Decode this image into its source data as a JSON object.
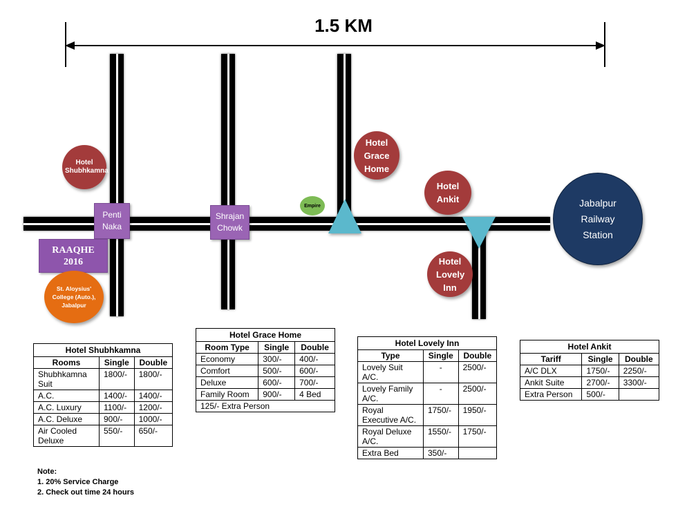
{
  "scale": {
    "label": "1.5 KM"
  },
  "landmarks": {
    "penti_naka": "Penti Naka",
    "shrajan_chowk": "Shrajan Chowk",
    "raaqhe": "RAAQHE 2016",
    "college": "St. Aloysius' College (Auto.), Jabalpur",
    "empire": "Empire",
    "hotel_shubhkamna": "Hotel Shubhkamna",
    "hotel_grace_home": "Hotel Grace Home",
    "hotel_ankit": "Hotel Ankit",
    "hotel_lovely_inn": "Hotel Lovely Inn",
    "railway_station": "Jabalpur Railway Station"
  },
  "colors": {
    "hotel_marker": "#a33b3b",
    "station": "#1e3a64",
    "college": "#e56d12",
    "empire": "#7dbb55",
    "chowk_box": "#9a64b4",
    "triangle": "#5bb8cc"
  },
  "tables": {
    "shubhkamna": {
      "title": "Hotel Shubhkamna",
      "headers": [
        "Rooms",
        "Single",
        "Double"
      ],
      "rows": [
        [
          "Shubhkamna Suit",
          "1800/-",
          "1800/-"
        ],
        [
          "A.C.",
          "1400/-",
          "1400/-"
        ],
        [
          "A.C. Luxury",
          "1100/-",
          "1200/-"
        ],
        [
          "A.C. Deluxe",
          "900/-",
          "1000/-"
        ],
        [
          "Air Cooled Deluxe",
          "550/-",
          "650/-"
        ]
      ]
    },
    "grace_home": {
      "title": "Hotel Grace Home",
      "headers": [
        "Room Type",
        "Single",
        "Double"
      ],
      "rows": [
        [
          "Economy",
          "300/-",
          "400/-"
        ],
        [
          "Comfort",
          "500/-",
          "600/-"
        ],
        [
          "Deluxe",
          "600/-",
          "700/-"
        ],
        [
          "Family Room",
          "900/-",
          "4 Bed"
        ]
      ],
      "footer": "125/- Extra Person"
    },
    "lovely_inn": {
      "title": "Hotel Lovely Inn",
      "headers": [
        "Type",
        "Single",
        "Double"
      ],
      "rows": [
        [
          "Lovely Suit A/C.",
          "-",
          "2500/-"
        ],
        [
          "Lovely Family A/C.",
          "-",
          "2500/-"
        ],
        [
          "Royal Executive A/C.",
          "1750/-",
          "1950/-"
        ],
        [
          "Royal Deluxe A/C.",
          "1550/-",
          "1750/-"
        ],
        [
          "Extra Bed",
          "350/-",
          ""
        ]
      ]
    },
    "ankit": {
      "title": "Hotel Ankit",
      "headers": [
        "Tariff",
        "Single",
        "Double"
      ],
      "rows": [
        [
          "A/C DLX",
          "1750/-",
          "2250/-"
        ],
        [
          "Ankit Suite",
          "2700/-",
          "3300/-"
        ],
        [
          "Extra Person",
          "500/-",
          ""
        ]
      ]
    }
  },
  "notes": {
    "heading": "Note:",
    "items": [
      "1. 20% Service Charge",
      "2. Check out time 24 hours"
    ]
  }
}
